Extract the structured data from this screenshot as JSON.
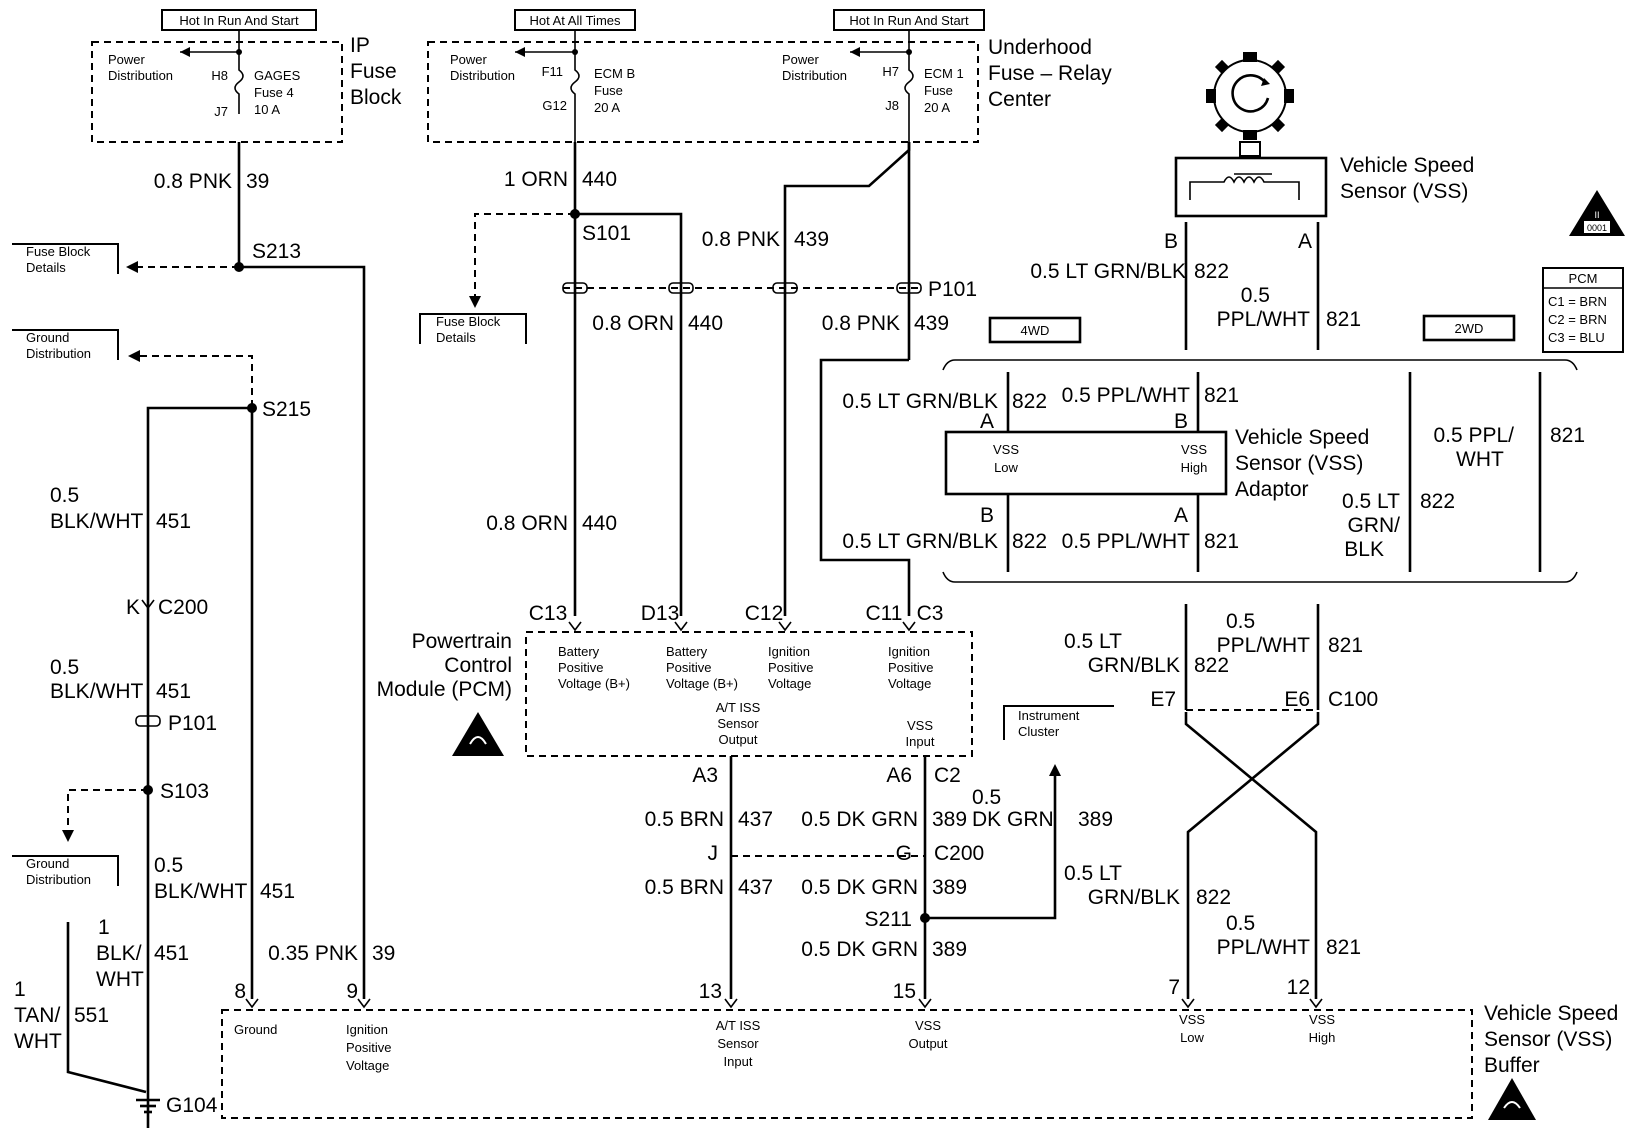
{
  "fuse_block": {
    "hot_label": "Hot In Run And Start",
    "power_distribution": [
      "Power",
      "Distribution"
    ],
    "fuse_name": [
      "GAGES",
      "Fuse 4",
      "10 A"
    ],
    "pin_in": "H8",
    "pin_out": "J7",
    "title": [
      "IP",
      "Fuse",
      "Block"
    ]
  },
  "underhood": {
    "hot_all_times": "Hot At All Times",
    "hot_run_start": "Hot In Run And Start",
    "power_distribution": [
      "Power",
      "Distribution"
    ],
    "fuse1_pin_in": "F11",
    "fuse1_pin_out": "G12",
    "fuse1_name": [
      "ECM B",
      "Fuse",
      "20 A"
    ],
    "fuse2_pin_in": "H7",
    "fuse2_pin_out": "J8",
    "fuse2_name": [
      "ECM 1",
      "Fuse",
      "20 A"
    ],
    "title": [
      "Underhood",
      "Fuse – Relay",
      "Center"
    ]
  },
  "vss": {
    "title": [
      "Vehicle Speed",
      "Sensor (VSS)"
    ],
    "pin_b": "B",
    "pin_a": "A",
    "wire_822": "0.5 LT GRN/BLK",
    "wire_822_num": "822",
    "wire_821": [
      "0.5",
      "PPL/WHT"
    ],
    "wire_821_num": "821",
    "id_icon": [
      "II",
      "0001"
    ]
  },
  "pcm_legend": {
    "title": "PCM",
    "rows": [
      "C1 = BRN",
      "C2 = BRN",
      "C3 = BLU"
    ]
  },
  "badges": {
    "four_wd": "4WD",
    "two_wd": "2WD"
  },
  "adaptor": {
    "title": [
      "Vehicle Speed",
      "Sensor (VSS)",
      "Adaptor"
    ],
    "low_label": [
      "VSS",
      "Low"
    ],
    "high_label": [
      "VSS",
      "High"
    ],
    "top_822": "0.5 LT GRN/BLK",
    "top_822_num": "822",
    "top_821": "0.5 PPL/WHT",
    "top_821_num": "821",
    "bottom_822": "0.5 LT GRN/BLK",
    "bottom_822_num": "822",
    "bottom_821": "0.5 PPL/WHT",
    "bottom_821_num": "821",
    "pin_a_top": "A",
    "pin_b_top": "B",
    "pin_b_bottom": "B",
    "pin_a_bottom": "A",
    "two_wd_821": [
      "0.5 PPL/",
      "WHT"
    ],
    "two_wd_821_num": "821",
    "two_wd_822": [
      "0.5 LT",
      "GRN/",
      "BLK"
    ],
    "two_wd_822_num": "822"
  },
  "left_column": {
    "wire_39": "0.8 PNK",
    "wire_39_num": "39",
    "s213": "S213",
    "fuse_block_details": [
      "Fuse Block",
      "Details"
    ],
    "ground_distribution": [
      "Ground",
      "Distribution"
    ],
    "s215": "S215",
    "wire_451a": [
      "0.5",
      "BLK/WHT"
    ],
    "wire_451a_num": "451",
    "c200_pin": "K",
    "c200": "C200",
    "wire_451b": [
      "0.5",
      "BLK/WHT"
    ],
    "wire_451b_num": "451",
    "p101": "P101",
    "s103": "S103",
    "ground_distribution2": [
      "Ground",
      "Distribution"
    ],
    "wire_451c": [
      "0.5",
      "BLK/WHT"
    ],
    "wire_451c_num": "451",
    "wire_451d": [
      "1",
      "BLK/",
      "WHT"
    ],
    "wire_451d_num": "451",
    "wire_551": [
      "1",
      "TAN/",
      "WHT"
    ],
    "wire_551_num": "551",
    "wire_39b": "0.35 PNK",
    "wire_39b_num": "39",
    "g104": "G104"
  },
  "middle": {
    "wire_440": "1 ORN",
    "wire_440_num": "440",
    "s101": "S101",
    "fuse_block_details": [
      "Fuse Block",
      "Details"
    ],
    "wire_439": "0.8 PNK",
    "wire_439_num": "439",
    "p101": "P101",
    "wire_440b": "0.8 ORN",
    "wire_440b_num": "440",
    "wire_439b": "0.8 PNK",
    "wire_439b_num": "439",
    "wire_440c": "0.8 ORN",
    "wire_440c_num": "440"
  },
  "pcm": {
    "title": [
      "Powertrain",
      "Control",
      "Module (PCM)"
    ],
    "pins_top": [
      "C13",
      "D13",
      "C12",
      "C11",
      "C3"
    ],
    "cell1": [
      "Battery",
      "Positive",
      "Voltage (B+)"
    ],
    "cell2": [
      "Battery",
      "Positive",
      "Voltage (B+)"
    ],
    "cell3": [
      "Ignition",
      "Positive",
      "Voltage"
    ],
    "cell4": [
      "Ignition",
      "Positive",
      "Voltage"
    ],
    "iss_out": [
      "A/T ISS",
      "Sensor",
      "Output"
    ],
    "vss_in": [
      "VSS",
      "Input"
    ],
    "pin_a3": "A3",
    "pin_a6": "A6",
    "pin_c2": "C2"
  },
  "instrument_cluster": [
    "Instrument",
    "Cluster"
  ],
  "lower_middle": {
    "wire_437": "0.5 BRN",
    "wire_437_num": "437",
    "wire_389": "0.5 DK GRN",
    "wire_389_num": "389",
    "wire_389_ic": [
      "0.5",
      "DK GRN"
    ],
    "wire_389_ic_num": "389",
    "pin_j": "J",
    "pin_g": "G",
    "c200": "C200",
    "wire_437b": "0.5 BRN",
    "wire_437b_num": "437",
    "wire_389b": "0.5 DK GRN",
    "wire_389b_num": "389",
    "s211": "S211",
    "wire_389c": "0.5 DK GRN",
    "wire_389c_num": "389"
  },
  "right_lower": {
    "wire_822": [
      "0.5 LT",
      "GRN/BLK"
    ],
    "wire_822_num": "822",
    "wire_821": [
      "0.5",
      "PPL/WHT"
    ],
    "wire_821_num": "821",
    "pin_e7": "E7",
    "pin_e6": "E6",
    "c100": "C100",
    "wire_822b": [
      "0.5 LT",
      "GRN/BLK"
    ],
    "wire_822b_num": "822",
    "wire_821b": [
      "0.5",
      "PPL/WHT"
    ],
    "wire_821b_num": "821"
  },
  "buffer": {
    "pins": [
      "8",
      "9",
      "13",
      "15",
      "7",
      "12"
    ],
    "ground": "Ground",
    "ignition": [
      "Ignition",
      "Positive",
      "Voltage"
    ],
    "iss_in": [
      "A/T ISS",
      "Sensor",
      "Input"
    ],
    "vss_out": [
      "VSS",
      "Output"
    ],
    "vss_low": [
      "VSS",
      "Low"
    ],
    "vss_high": [
      "VSS",
      "High"
    ],
    "title": [
      "Vehicle Speed",
      "Sensor (VSS)",
      "Buffer"
    ]
  }
}
